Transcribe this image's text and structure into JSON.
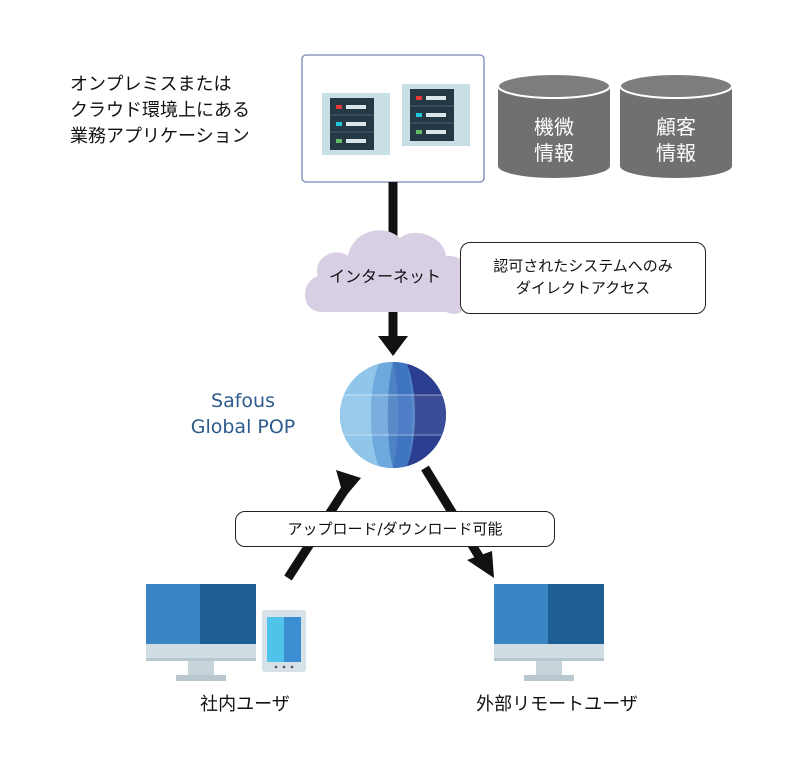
{
  "app": {
    "lines": [
      "オンプレミスまたは",
      "クラウド環境上にある",
      "業務アプリケーション"
    ]
  },
  "databases": [
    {
      "lines": [
        "機微",
        "情報"
      ]
    },
    {
      "lines": [
        "顧客",
        "情報"
      ]
    }
  ],
  "internet": {
    "label": "インターネット"
  },
  "access": {
    "lines": [
      "認可されたシステムへのみ",
      "ダイレクトアクセス"
    ]
  },
  "pop": {
    "lines": [
      "Safous",
      "Global POP"
    ]
  },
  "transfer": {
    "label": "アップロード/ダウンロード可能"
  },
  "internal_user": {
    "label": "社内ユーザ"
  },
  "external_user": {
    "label": "外部リモートユーザ"
  },
  "colors": {
    "cloud": "#d9cfe5",
    "database": "#707070",
    "monitor_blue": "#3a86c4",
    "monitor_dark": "#1d5f94",
    "pop_text": "#2d5b8c",
    "globe_light": "#8fc6ea",
    "globe_dark": "#2b3e8f"
  },
  "icons": [
    "server-icon",
    "database-icon",
    "cloud-icon",
    "globe-icon",
    "desktop-icon",
    "tablet-icon"
  ]
}
